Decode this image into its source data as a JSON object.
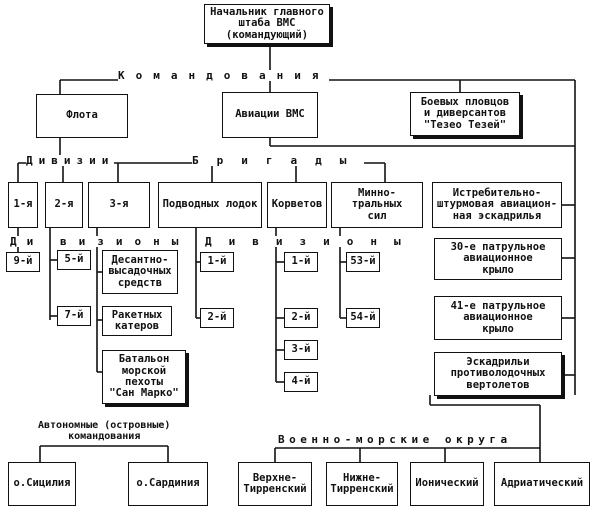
{
  "top_box": "Начальник главного\nштаба ВМС\n(командующий)",
  "labels": {
    "commands": "Командования",
    "divisions_top": "Дивизии",
    "brigades": "Бригады",
    "divisions_left": "Ди",
    "divisions_mid": "визионы",
    "divisions_right": "Дивизионы",
    "autonomous": "Автономные (островные)\nкомандования",
    "naval_districts": "Военно-морские округа"
  },
  "commands": {
    "fleet": "Флота",
    "aviation": "Авиации ВМС",
    "divers": "Боевых пловцов\nи диверсантов\n\"Тезео Тезей\""
  },
  "fleet_units": {
    "div1": "1-я",
    "div2": "2-я",
    "div3": "3-я",
    "submarines": "Подводных лодок",
    "corvettes": "Корветов",
    "minesweepers": "Минно-тральных\nсил"
  },
  "divisions": {
    "d9": "9-й",
    "d5": "5-й",
    "d7": "7-й",
    "landing": "Десантно-\nвысадочных\nсредств",
    "missile": "Ракетных\nкатеров",
    "battalion": "Батальон\nморской\nпехоты\n\"Сан Марко\"",
    "sub1": "1-й",
    "sub2": "2-й",
    "cor1": "1-й",
    "cor2": "2-й",
    "cor3": "3-й",
    "cor4": "4-й",
    "m53": "53-й",
    "m54": "54-й"
  },
  "aviation_units": {
    "fighter": "Истребительно-\nштурмовая авиацион-\nная эскадрилья",
    "patrol30": "30-е патрульное\nавиационное\nкрыло",
    "patrol41": "41-е патрульное\nавиационное\nкрыло",
    "asw": "Эскадрильи\nпротиволодочных\nвертолетов"
  },
  "autonomous_commands": {
    "sicily": "о.Сицилия",
    "sardinia": "о.Сардиния"
  },
  "districts": {
    "upper_tyrrhenian": "Верхне-\nТирренский",
    "lower_tyrrhenian": "Нижне-\nТирренский",
    "ionian": "Ионический",
    "adriatic": "Адриатический"
  }
}
